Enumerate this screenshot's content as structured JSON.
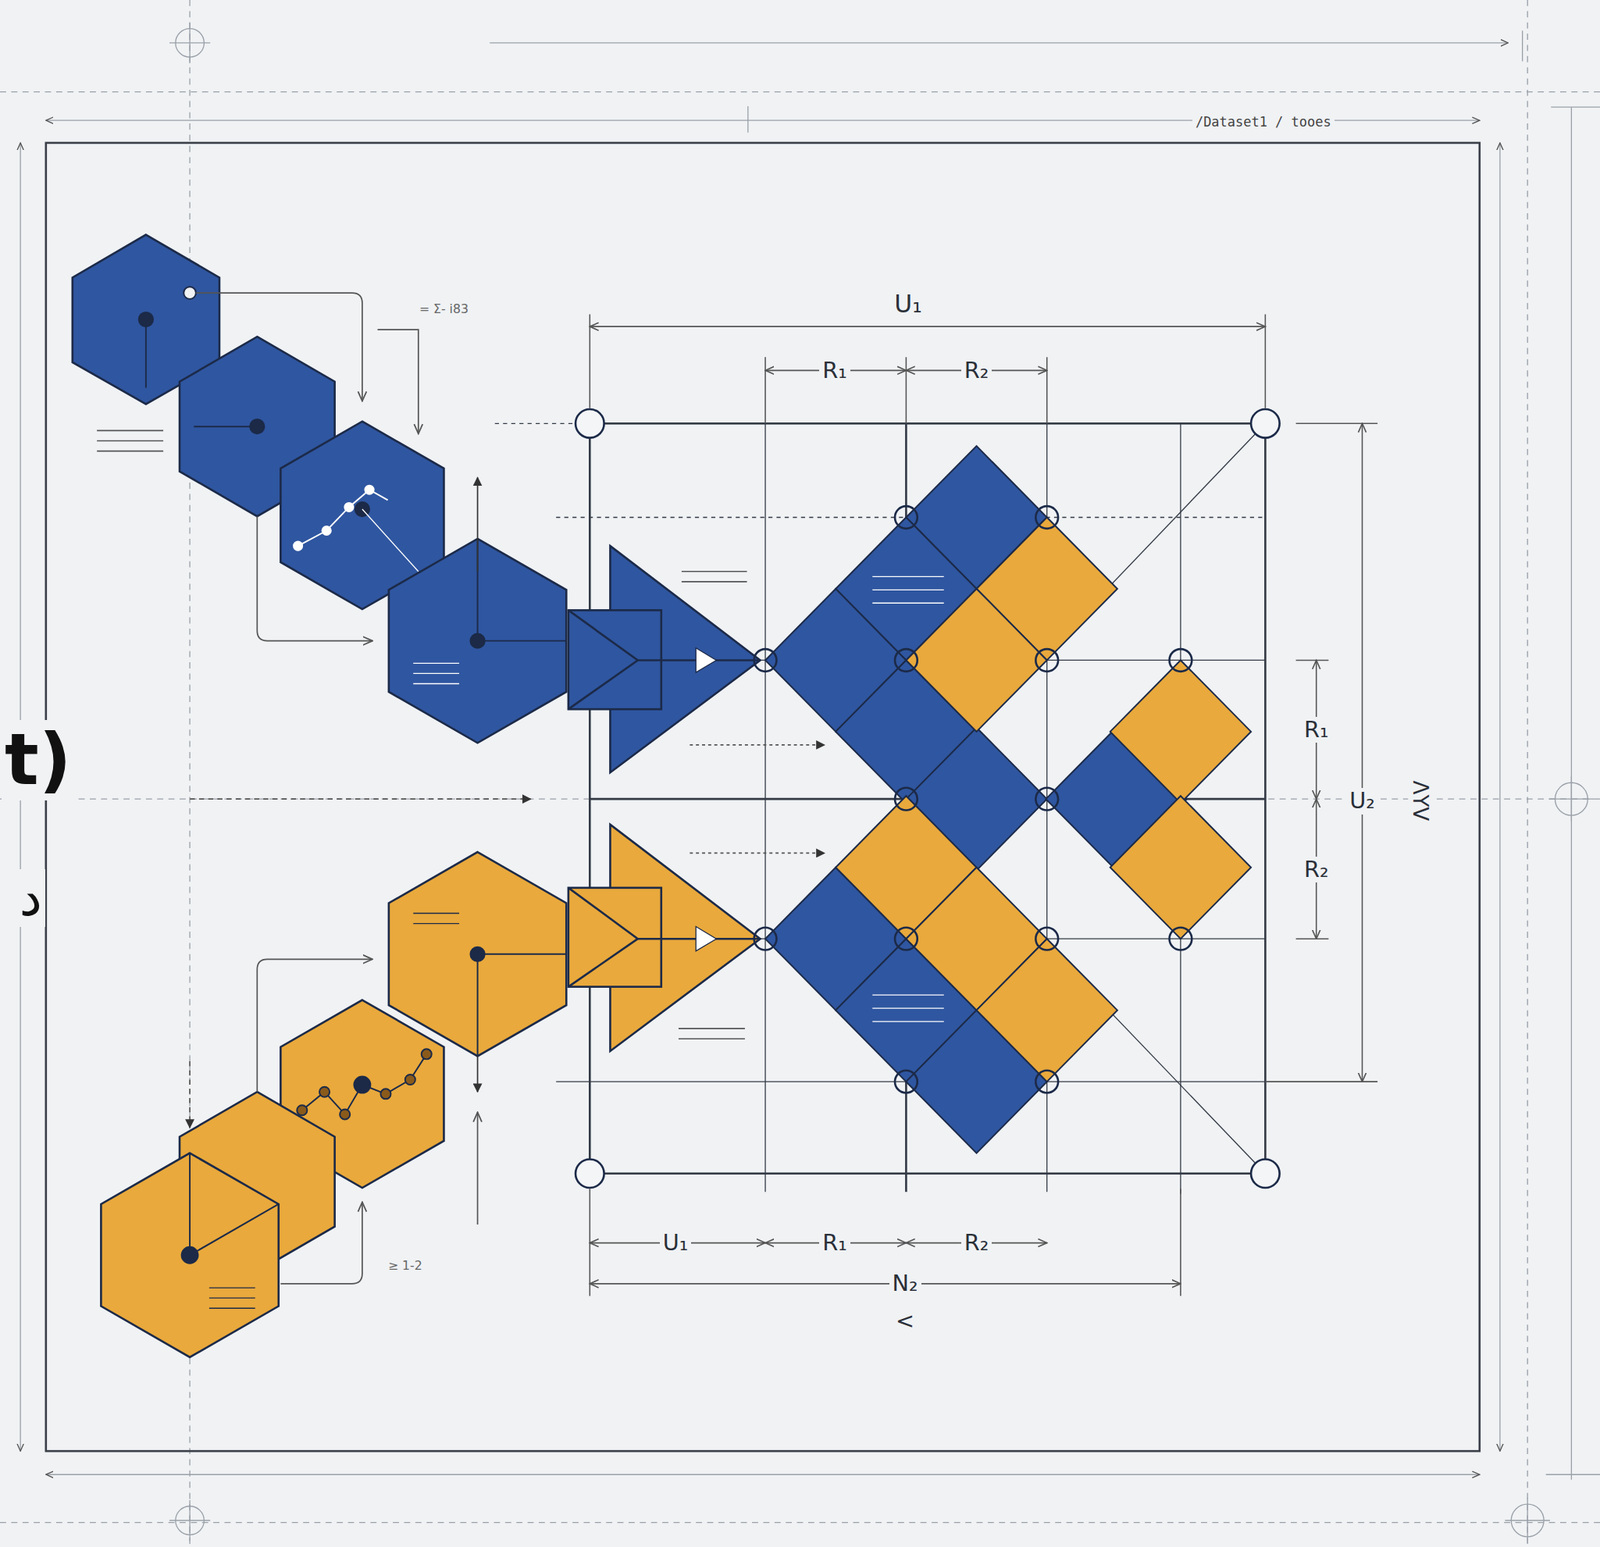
{
  "diagram": {
    "labels": [
      "/Dataset1 / tooes",
      "U₁",
      "R₁",
      "R₂",
      "R₁",
      "U₂",
      "R₂",
      "ΛYV",
      "U₁",
      "R₁",
      "R₂",
      "N₂",
      "<",
      "= Σ- i83",
      "≥ 1-2",
      "t)",
      "د"
    ]
  }
}
